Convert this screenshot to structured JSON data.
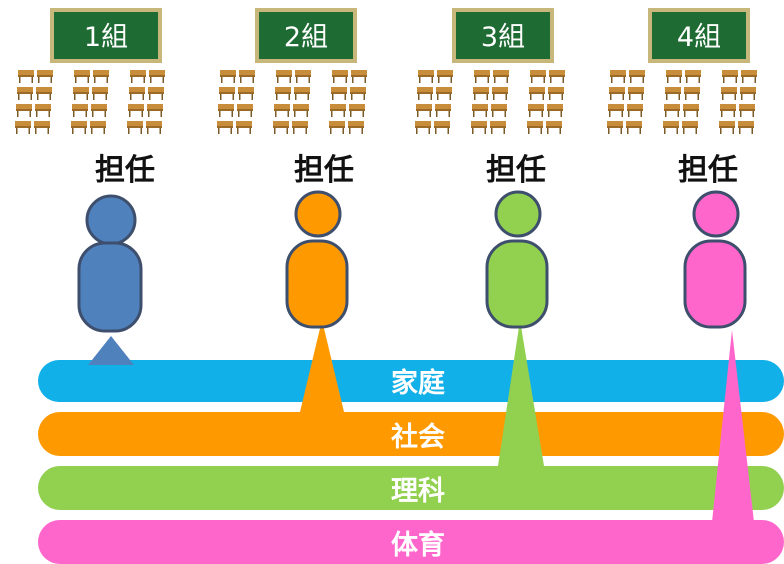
{
  "classes": [
    {
      "name": "1組",
      "role": "担任",
      "color": "#4f81bd"
    },
    {
      "name": "2組",
      "role": "担任",
      "color": "#ff9900"
    },
    {
      "name": "3組",
      "role": "担任",
      "color": "#92d050"
    },
    {
      "name": "4組",
      "role": "担任",
      "color": "#ff66cc"
    }
  ],
  "subjects": [
    {
      "label": "家庭",
      "color": "#12b0e8"
    },
    {
      "label": "社会",
      "color": "#ff9900"
    },
    {
      "label": "理科",
      "color": "#92d050"
    },
    {
      "label": "体育",
      "color": "#ff66cc"
    }
  ],
  "colors": {
    "blackboard": "#1e6b33",
    "blackboard_frame": "#c8b77a",
    "desk_top": "#c78d3a",
    "desk_leg": "#7a5b28",
    "person_outline": "#3e4f6e"
  }
}
